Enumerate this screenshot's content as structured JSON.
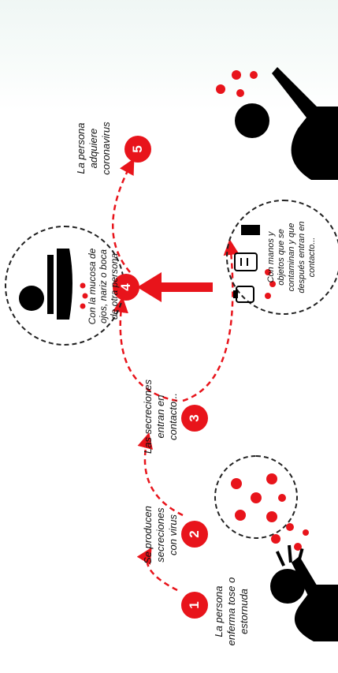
{
  "colors": {
    "accent": "#e8141b",
    "ink": "#000000",
    "dashed_circle": "#222222"
  },
  "steps": [
    {
      "number": "1",
      "caption_lines": [
        "La persona",
        "enferma tose o",
        "estornuda"
      ]
    },
    {
      "number": "2",
      "caption_lines": [
        "Se producen",
        "secreciones",
        "con virus"
      ]
    },
    {
      "number": "3",
      "caption_lines": [
        "Las secreciones",
        "entran en",
        "contacto..."
      ]
    },
    {
      "number": "4",
      "caption_lines": [
        "Con la mucosa de",
        "ojos, nariz o boca",
        "de otra persona"
      ]
    },
    {
      "number": "5",
      "caption_lines": [
        "La persona",
        "adquiere",
        "coronavirus"
      ]
    }
  ],
  "objects_caption_lines": [
    "Con manos y",
    "objetos que se",
    "contaminan y que",
    "después entran en",
    "contacto..."
  ],
  "icons": [
    "sick-person-coughing-icon",
    "virus-droplets-icon",
    "person-face-icon",
    "hand-and-objects-icon",
    "infected-person-icon"
  ]
}
